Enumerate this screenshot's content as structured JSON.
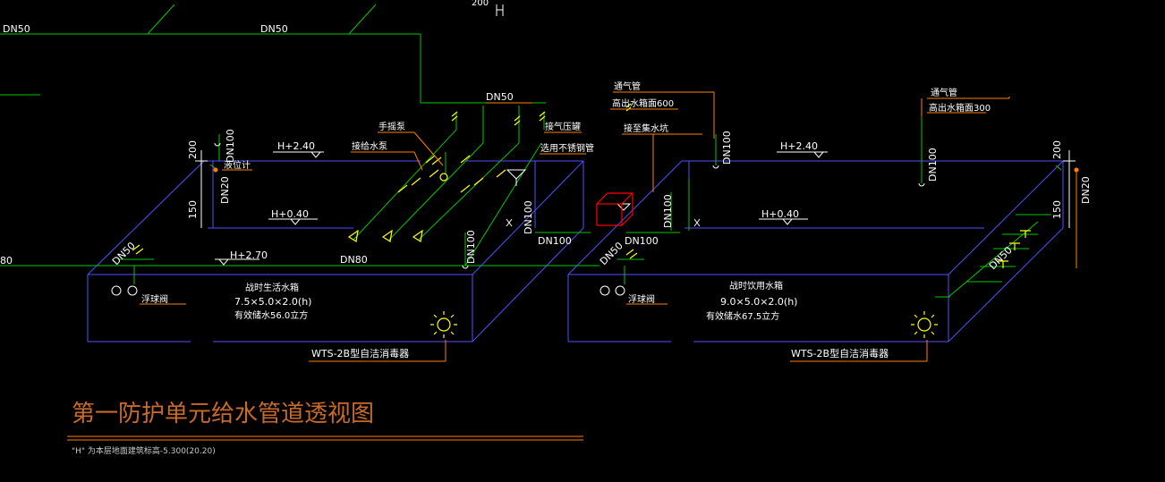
{
  "drawing": {
    "title": "第一防护单元给水管道透视图",
    "note": "\"H\" 为本层地面建筑标高-5.300(20.20)",
    "top_cut": "200",
    "colors": {
      "pipe": "#00c800",
      "tank": "#5050ff",
      "leader": "#ff8000",
      "fitting": "#ffff00",
      "dim": "#ffffff",
      "pump": "#ff0000",
      "title": "#c86a2a"
    }
  },
  "labels": {
    "dn50_top_left": "DN50",
    "dn50_top_mid": "DN50",
    "dn50_branch": "DN50",
    "hand_pump": "手摇泵",
    "water_pump": "接给水泵",
    "pressure_gauge": "接气压罐",
    "stainless_pipe": "选用不锈钢管",
    "vent_left_1": "通气管",
    "vent_left_2": "高出水箱面600",
    "drain_pit": "接至集水坑",
    "vent_right_1": "通气管",
    "vent_right_2": "高出水箱面300",
    "level_gauge": "液位计",
    "h240_left": "H+2.40",
    "h240_right": "H+2.40",
    "h040_left": "H+0.40",
    "h040_right": "H+0.40",
    "h270": "H+2.70",
    "dim200_left": "200",
    "dim150_left": "150",
    "dim200_right": "200",
    "dim150_right": "150",
    "dn100_left_top": "DN100",
    "dn20_left": "DN20",
    "dn100_center": "DN100",
    "dn100_center_b": "DN100",
    "dn100_mid": "DN100",
    "dn100_lower": "DN100",
    "dn100_right_v": "DN100",
    "dn100_right_b": "DN100",
    "dn100_vent_right": "DN100",
    "dn20_right": "DN20",
    "dn50_left_diag": "DN50",
    "dn50_right_diag": "DN50",
    "dn50_far_right": "DN50",
    "dn80_left": "80",
    "dn80_main": "DN80",
    "float_valve_left": "浮球阀",
    "float_valve_right": "浮球阀",
    "tank_left_name": "战时生活水箱",
    "tank_left_size": "7.5×5.0×2.0(h)",
    "tank_left_vol": "有效储水56.0立方",
    "tank_right_name": "战时饮用水箱",
    "tank_right_size": "9.0×5.0×2.0(h)",
    "tank_right_vol": "有效储水67.5立方",
    "sterilizer_left": "WTS-2B型自洁消毒器",
    "sterilizer_right": "WTS-2B型自洁消毒器"
  }
}
